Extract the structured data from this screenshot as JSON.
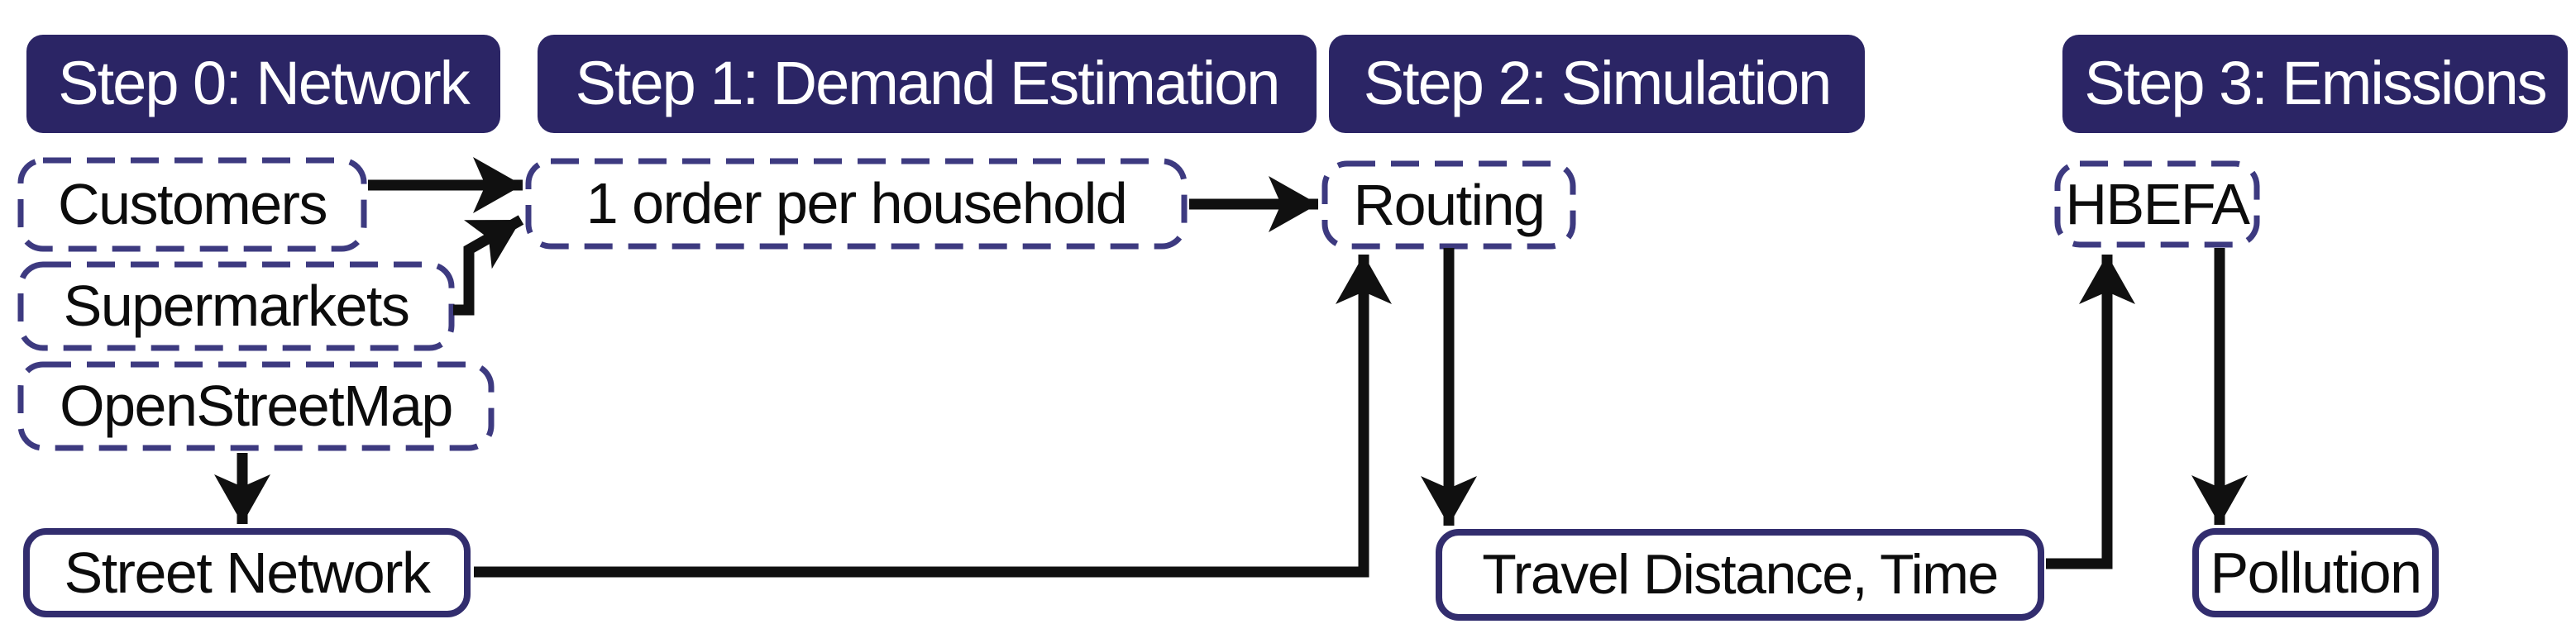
{
  "diagram": {
    "type": "flowchart",
    "headers": [
      {
        "label": "Step 0: Network"
      },
      {
        "label": "Step 1: Demand Estimation"
      },
      {
        "label": "Step 2: Simulation"
      },
      {
        "label": "Step 3: Emissions"
      }
    ],
    "nodes": {
      "customers": {
        "label": "Customers",
        "style": "dashed",
        "step": "Step 0: Network"
      },
      "supermarkets": {
        "label": "Supermarkets",
        "style": "dashed",
        "step": "Step 0: Network"
      },
      "openstreetmap": {
        "label": "OpenStreetMap",
        "style": "dashed",
        "step": "Step 0: Network"
      },
      "street_network": {
        "label": "Street Network",
        "style": "solid",
        "step": "Step 0: Network"
      },
      "order": {
        "label": "1 order per household",
        "style": "dashed",
        "step": "Step 1: Demand Estimation"
      },
      "routing": {
        "label": "Routing",
        "style": "dashed",
        "step": "Step 2: Simulation"
      },
      "travel": {
        "label": "Travel Distance, Time",
        "style": "solid",
        "step": "Step 2: Simulation"
      },
      "hbefa": {
        "label": "HBEFA",
        "style": "dashed",
        "step": "Step 3: Emissions"
      },
      "pollution": {
        "label": "Pollution",
        "style": "solid",
        "step": "Step 3: Emissions"
      }
    },
    "edges": [
      {
        "from": "Customers",
        "to": "1 order per household"
      },
      {
        "from": "Supermarkets",
        "to": "1 order per household"
      },
      {
        "from": "1 order per household",
        "to": "Routing"
      },
      {
        "from": "OpenStreetMap",
        "to": "Street Network"
      },
      {
        "from": "Street Network",
        "to": "Routing"
      },
      {
        "from": "Routing",
        "to": "Travel Distance, Time"
      },
      {
        "from": "Travel Distance, Time",
        "to": "HBEFA"
      },
      {
        "from": "HBEFA",
        "to": "Pollution"
      }
    ],
    "colors": {
      "header_bg": "#2b2565",
      "header_text": "#ffffff",
      "dashed_border": "#3d3a80",
      "solid_border": "#322d6e",
      "node_text": "#0c0c0c",
      "arrow": "#101010",
      "background": "#ffffff"
    }
  }
}
